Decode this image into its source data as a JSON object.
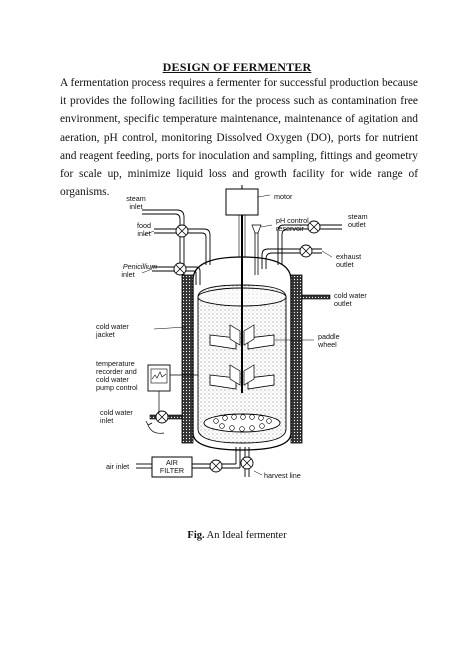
{
  "document": {
    "title": "DESIGN OF FERMENTER",
    "paragraph": "A fermentation process requires a fermenter for successful production because it provides the following facilities for the process such as contamination free environment, specific temperature maintenance, maintenance of agitation and aeration, pH control, monitoring Dissolved Oxygen (DO), ports for nutrient and reagent feeding, ports for inoculation and sampling, fittings and geometry for scale up, minimize liquid loss and growth facility for wide range of organisms.",
    "caption_prefix": "Fig.",
    "caption_text": " An Ideal fermenter"
  },
  "diagram": {
    "labels": {
      "steam_inlet_1": "steam",
      "steam_inlet_2": "inlet",
      "food_inlet_1": "food",
      "food_inlet_2": "inlet",
      "penicillium": "Penicillium",
      "penicillium_inlet": "inlet",
      "motor": "motor",
      "ph_control_1": "pH control",
      "ph_control_2": "reservoir",
      "steam_outlet_1": "steam",
      "steam_outlet_2": "outlet",
      "exhaust_outlet_1": "exhaust",
      "exhaust_outlet_2": "outlet",
      "cold_water_outlet_1": "cold water",
      "cold_water_outlet_2": "outlet",
      "cold_water_jacket_1": "cold water",
      "cold_water_jacket_2": "jacket",
      "paddle_wheel_1": "paddle",
      "paddle_wheel_2": "wheel",
      "temp_recorder_1": "temperature",
      "temp_recorder_2": "recorder and",
      "temp_recorder_3": "cold water",
      "temp_recorder_4": "pump control",
      "cold_water_inlet_1": "cold water",
      "cold_water_inlet_2": "inlet",
      "air_inlet": "air inlet",
      "air_filter_1": "AIR",
      "air_filter_2": "FILTER",
      "harvest_line": "harvest line"
    }
  }
}
